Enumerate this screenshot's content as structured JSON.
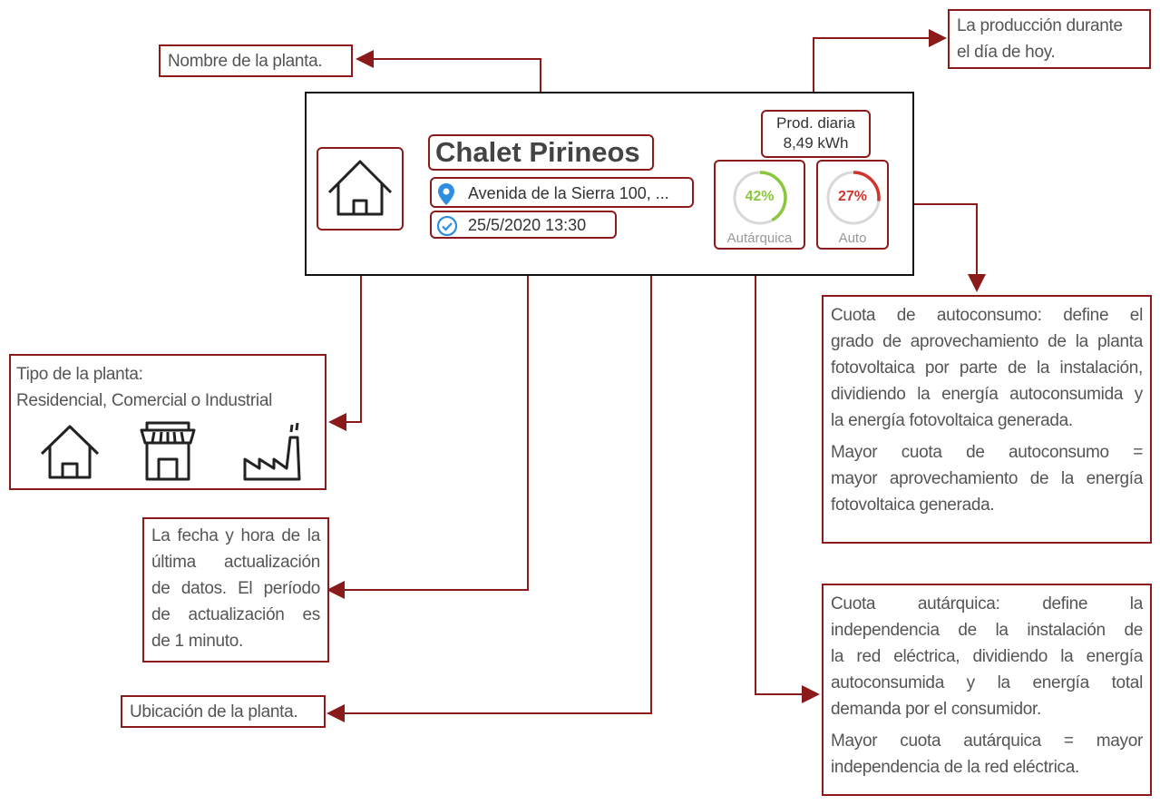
{
  "card": {
    "plant_name": "Chalet Pirineos",
    "address": "Avenida de la Sierra 100, ...",
    "datetime": "25/5/2020 13:30",
    "prod_label": "Prod. diaria",
    "prod_value": "8,49 kWh",
    "autarquica": {
      "percent": "42%",
      "value": 0.42,
      "label": "Autárquica",
      "color": "#8cc63f"
    },
    "auto": {
      "percent": "27%",
      "value": 0.27,
      "label": "Auto",
      "color": "#d0342c"
    }
  },
  "annotations": {
    "name": "Nombre de la planta.",
    "production": [
      "La producción durante",
      "el día de hoy."
    ],
    "type_title": "Tipo de la planta:",
    "type_list": "Residencial, Comercial o Industrial",
    "datetime_lines": [
      "La fecha y hora de la",
      "última actualización",
      "de datos. El período",
      "de actualización es",
      "de 1 minuto."
    ],
    "location": "Ubicación de la planta.",
    "autoconsumo_lines": [
      "Cuota de autoconsumo: define el",
      "grado de aprovechamiento de la planta",
      "fotovoltaica por parte de la instalación,",
      "dividiendo la energía autoconsumida y",
      "la energía fotovoltaica generada."
    ],
    "autoconsumo_more": [
      "Mayor cuota de autoconsumo =",
      "mayor aprovechamiento de la energía",
      "fotovoltaica generada."
    ],
    "autarquica_lines": [
      "Cuota autárquica: define la",
      "independencia de la instalación de",
      "la red eléctrica, dividiendo la energía",
      "autoconsumida y la energía total",
      "demanda por el consumidor."
    ],
    "autarquica_more": [
      "Mayor cuota autárquica = mayor",
      "independencia de la red eléctrica."
    ]
  },
  "colors": {
    "annotation": "#8b1a1a",
    "accent_blue": "#2e8ee0"
  }
}
